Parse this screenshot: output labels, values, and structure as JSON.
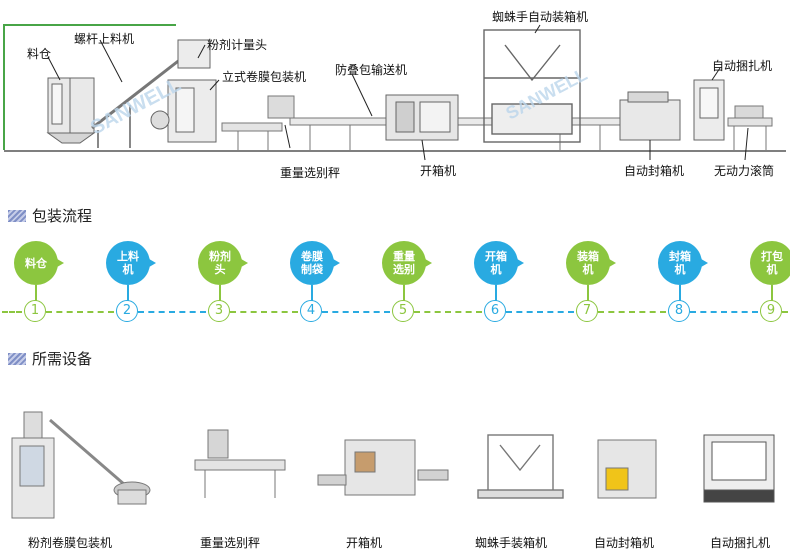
{
  "top_diagram": {
    "labels": {
      "silo": "料仓",
      "screw_feeder": "螺杆上料机",
      "powder_doser": "粉剂计量头",
      "vffs": "立式卷膜包装机",
      "check_weigher": "重量选别秤",
      "conveyor": "防叠包输送机",
      "case_erector": "开箱机",
      "spider_packer": "蜘蛛手自动装箱机",
      "case_sealer": "自动封箱机",
      "strapper": "自动捆扎机",
      "roller": "无动力滚筒"
    },
    "watermark": "SANWELL"
  },
  "process": {
    "title": "包装流程",
    "steps": [
      {
        "label": "料仓",
        "num": "1",
        "color": "#8cc63f"
      },
      {
        "label": "上料\n机",
        "num": "2",
        "color": "#29aae1"
      },
      {
        "label": "粉剂\n头",
        "num": "3",
        "color": "#8cc63f"
      },
      {
        "label": "卷膜\n制袋",
        "num": "4",
        "color": "#29aae1"
      },
      {
        "label": "重量\n选别",
        "num": "5",
        "color": "#8cc63f"
      },
      {
        "label": "开箱\n机",
        "num": "6",
        "color": "#29aae1"
      },
      {
        "label": "装箱\n机",
        "num": "7",
        "color": "#8cc63f"
      },
      {
        "label": "封箱\n机",
        "num": "8",
        "color": "#29aae1"
      },
      {
        "label": "打包\n机",
        "num": "9",
        "color": "#8cc63f"
      }
    ]
  },
  "equipment": {
    "title": "所需设备",
    "items": [
      {
        "label": "粉剂卷膜包装机"
      },
      {
        "label": "重量选别秤"
      },
      {
        "label": "开箱机"
      },
      {
        "label": "蜘蛛手装箱机"
      },
      {
        "label": "自动封箱机"
      },
      {
        "label": "自动捆扎机"
      }
    ]
  }
}
